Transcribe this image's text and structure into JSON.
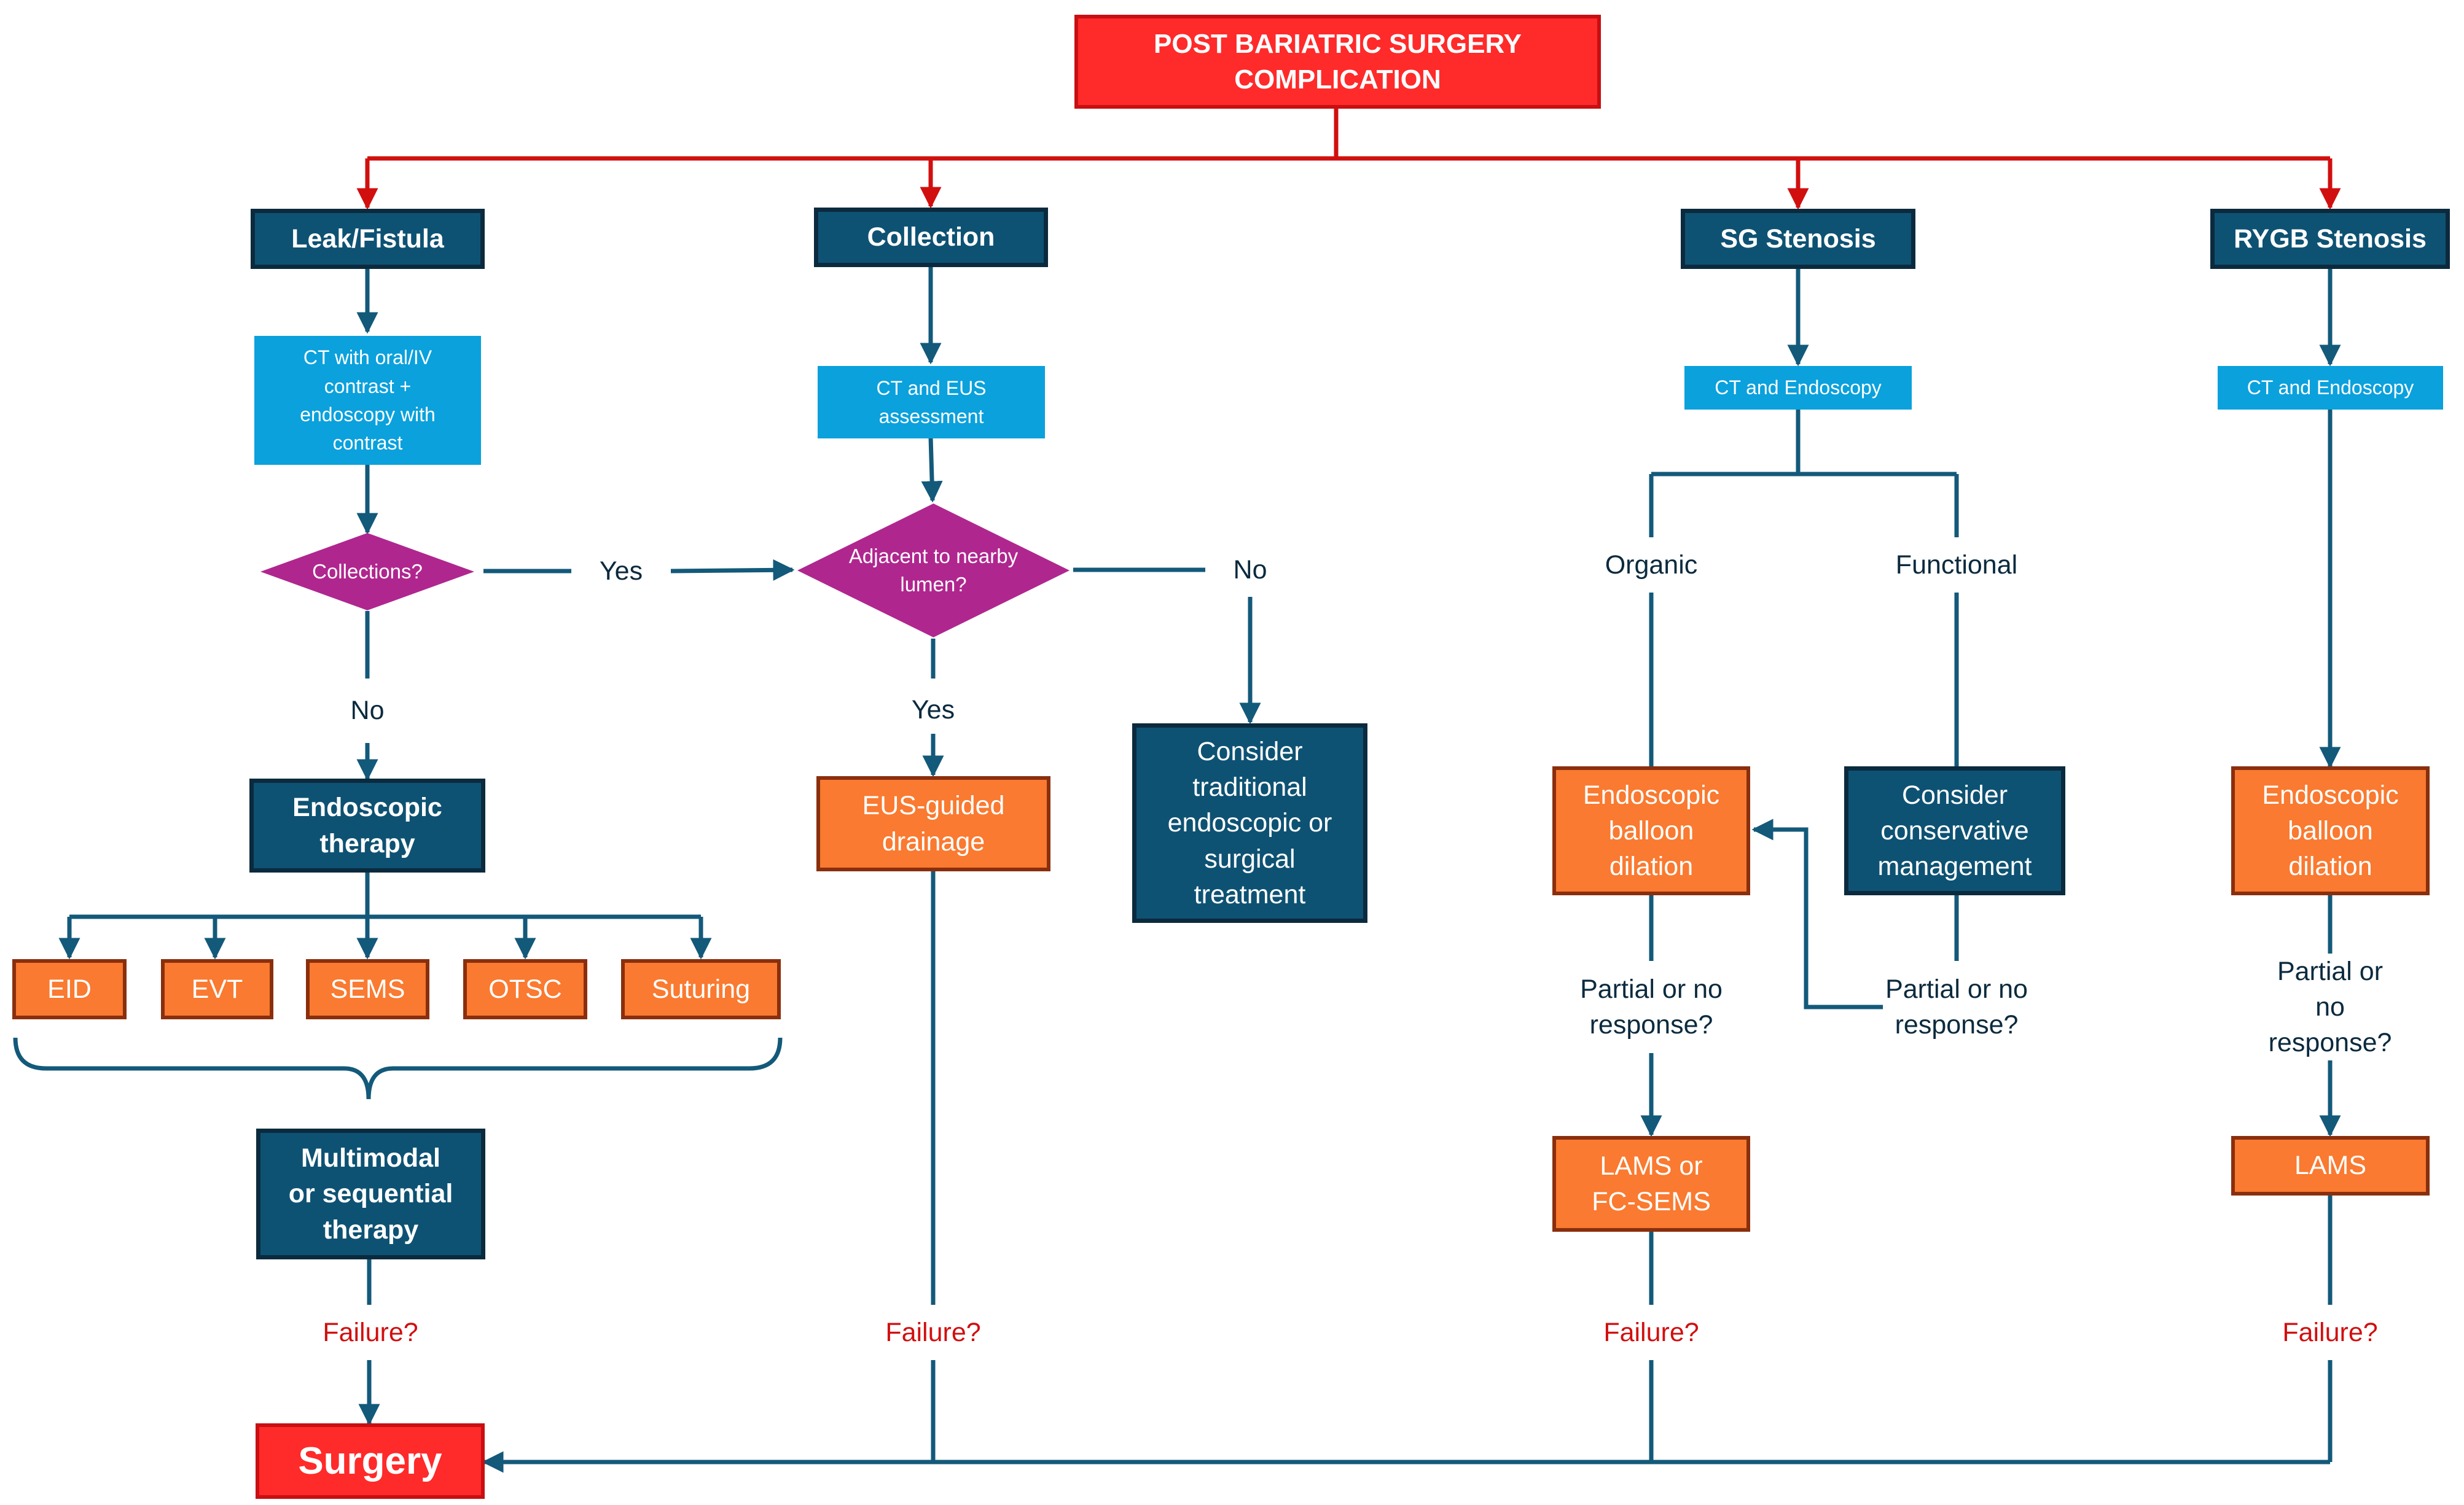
{
  "title": "POST BARIATRIC SURGERY\nCOMPLICATION",
  "colors": {
    "red": "#ff2a2a",
    "navy": "#0e5273",
    "light_blue": "#0aa1dd",
    "orange": "#f97a30",
    "magenta": "#b0268f",
    "line": "#13597a"
  },
  "branches": {
    "leak": {
      "title": "Leak/Fistula",
      "assessment": "CT with oral/IV\ncontrast +\nendoscopy with\ncontrast",
      "decision": "Collections?",
      "no_label": "No",
      "therapy": "Endoscopic\ntherapy",
      "options": [
        "EID",
        "EVT",
        "SEMS",
        "OTSC",
        "Suturing"
      ],
      "multimodal": "Multimodal\nor sequential\ntherapy",
      "failure": "Failure?"
    },
    "collection": {
      "title": "Collection",
      "assessment": "CT and EUS\nassessment",
      "yes_in_label": "Yes",
      "decision": "Adjacent to nearby\nlumen?",
      "yes_label": "Yes",
      "no_label": "No",
      "drainage": "EUS-guided\ndrainage",
      "alternative": "Consider\ntraditional\nendoscopic or\nsurgical\ntreatment",
      "failure": "Failure?"
    },
    "sg": {
      "title": "SG Stenosis",
      "assessment": "CT and Endoscopy",
      "organic": "Organic",
      "functional": "Functional",
      "dilation": "Endoscopic\nballoon\ndilation",
      "conservative": "Consider\nconservative\nmanagement",
      "response_left": "Partial or no\nresponse?",
      "response_right": "Partial or no\nresponse?",
      "stent": "LAMS or\nFC-SEMS",
      "failure": "Failure?"
    },
    "rygb": {
      "title": "RYGB Stenosis",
      "assessment": "CT and Endoscopy",
      "dilation": "Endoscopic\nballoon\ndilation",
      "response": "Partial or no\nresponse?",
      "stent": "LAMS",
      "failure": "Failure?"
    }
  },
  "surgery": "Surgery"
}
